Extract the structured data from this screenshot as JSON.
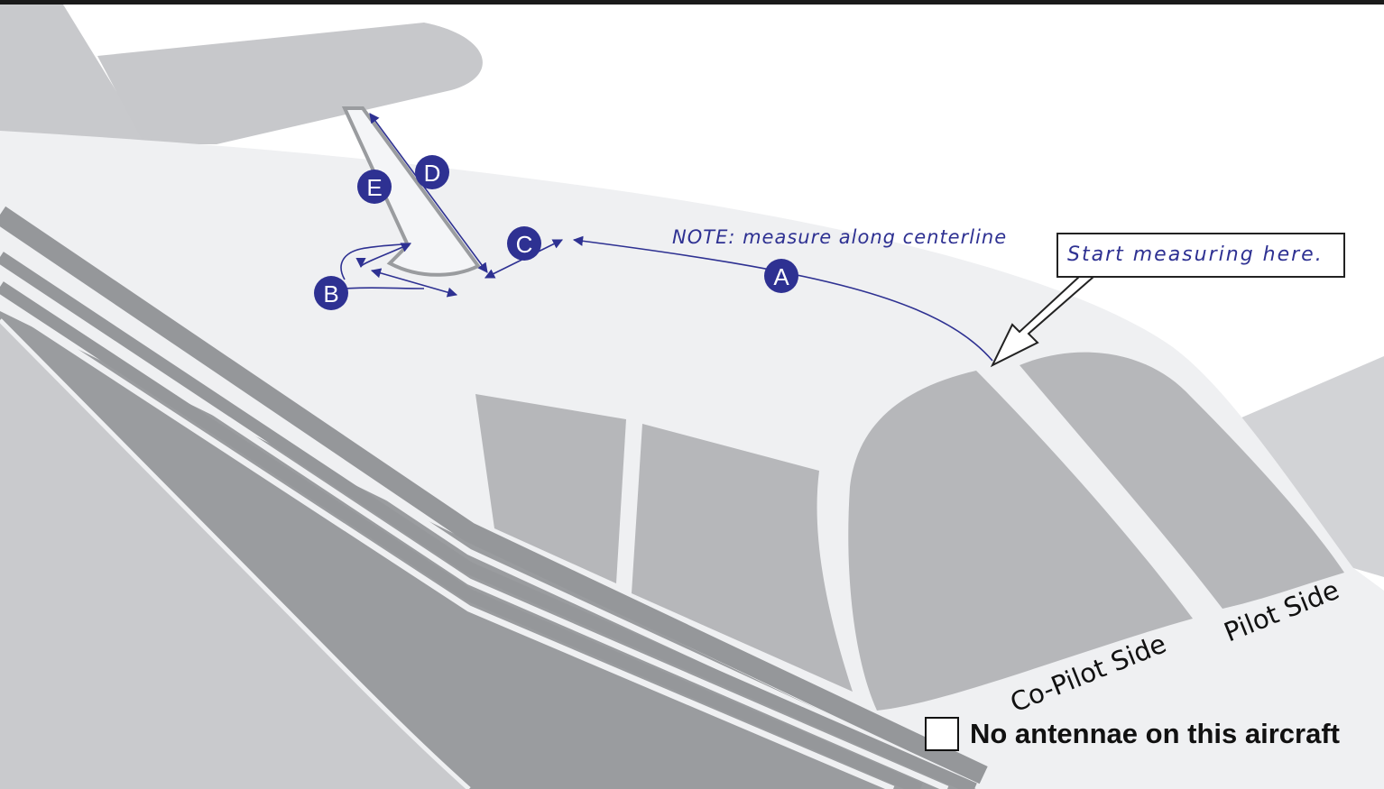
{
  "diagram": {
    "markers": {
      "a": "A",
      "b": "B",
      "c": "C",
      "d": "D",
      "e": "E"
    },
    "note": "NOTE: measure along centerline",
    "callout": "Start measuring here.",
    "labels": {
      "copilot_side": "Co-Pilot Side",
      "pilot_side": "Pilot Side"
    }
  },
  "form": {
    "no_antennae_label": "No antennae on this aircraft",
    "no_antennae_checked": false
  },
  "colors": {
    "fuselage": "#eff0f2",
    "window": "#b6b7ba",
    "stripe": "#95979a",
    "wing": "#c7c8cb",
    "annotation": "#2e3192"
  },
  "icons": {
    "callout_arrow": "hollow-arrow-icon",
    "checkbox": "checkbox-icon"
  }
}
